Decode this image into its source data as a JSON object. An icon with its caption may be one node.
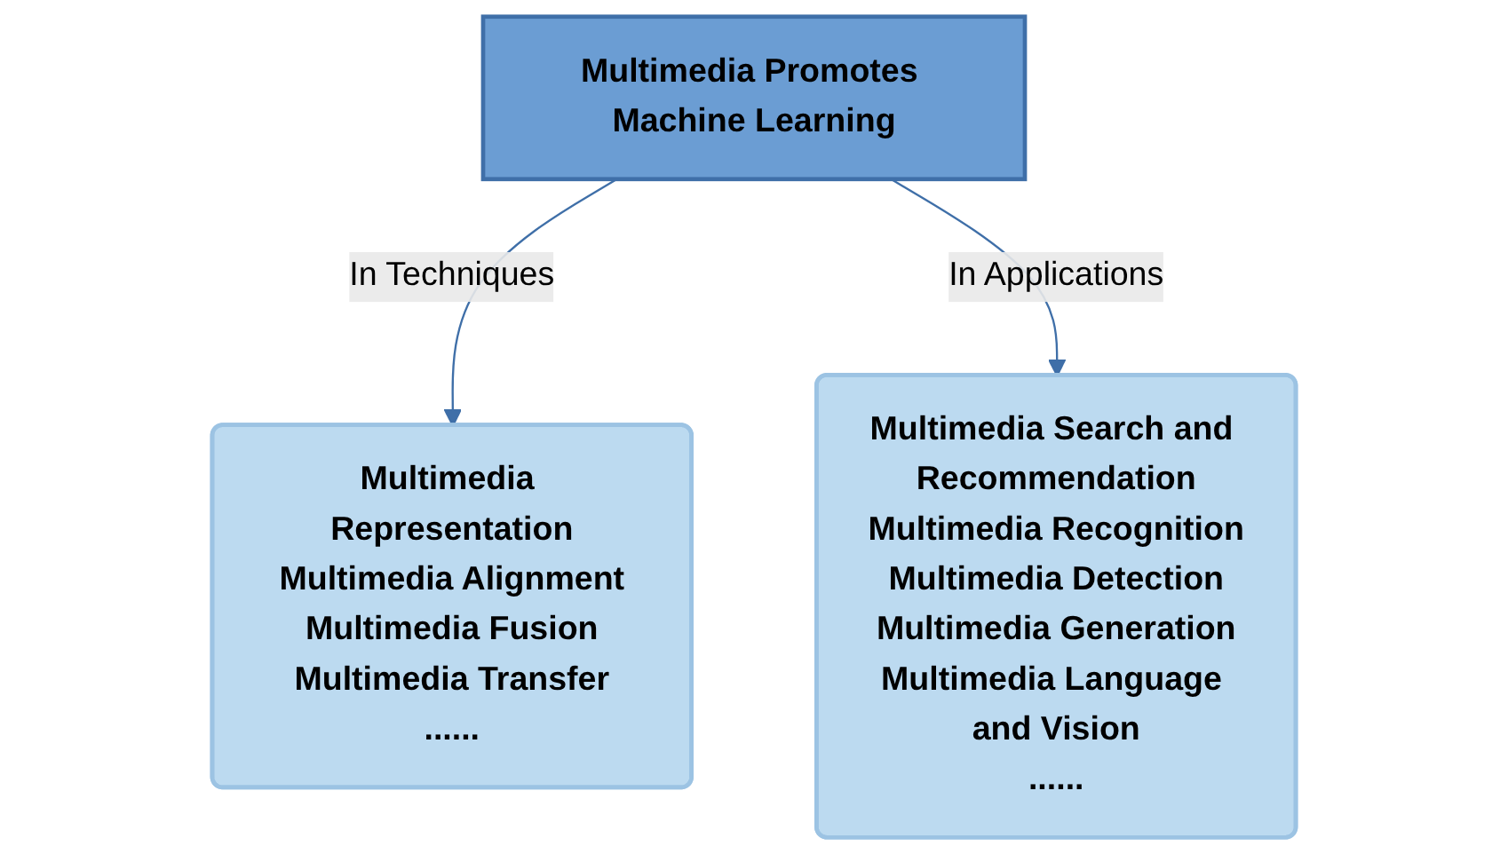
{
  "diagram": {
    "nodes": [
      {
        "text": [
          "Multimedia Representation",
          "Multimedia Alignment",
          "Multimedia Fusion",
          "Multimedia Transfer",
          "......"
        ]
      },
      {
        "text": [
          "Multimedia Promotes Machine Learning"
        ]
      },
      {
        "text": [
          "Multimedia Search and Recommendation",
          "Multimedia Recognition",
          "Multimedia Detection",
          "Multimedia Generation",
          "Multimedia Language and Vision",
          "......"
        ]
      }
    ],
    "edges": [
      {
        "from": 1,
        "to": 0,
        "arrow": "to",
        "label": "In Techniques"
      },
      {
        "from": 1,
        "to": 2,
        "arrow": "to",
        "label": "In Applications"
      }
    ]
  }
}
